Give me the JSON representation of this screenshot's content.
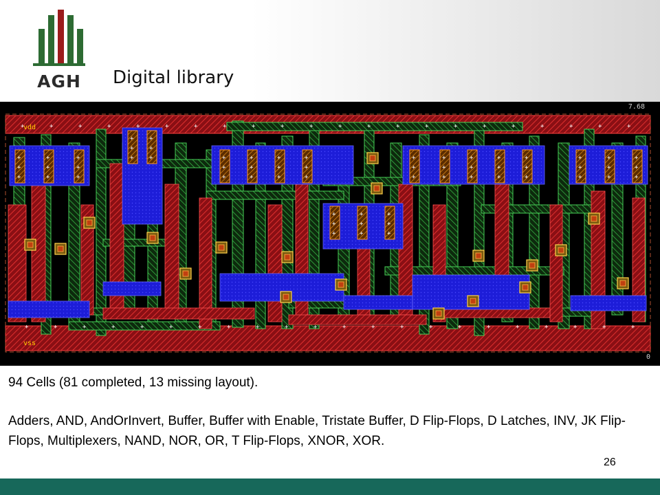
{
  "header": {
    "logo_text": "AGH",
    "title": "Digital library"
  },
  "layout": {
    "scale_label": "7.68",
    "origin_label": "0",
    "vdd_label": "vdd",
    "vss_label": "vss",
    "colors": {
      "background": "#000000",
      "metal_red": "#c4161c",
      "diffusion_blue": "#2020e6",
      "poly_green": "#27b34a",
      "contact_yellow": "#e8c020",
      "cell_outline": "#d06020"
    }
  },
  "content": {
    "cells_summary": "94 Cells (81 completed, 13 missing layout).",
    "cell_types": "Adders, AND, AndOrInvert, Buffer, Buffer with Enable, Tristate Buffer, D Flip-Flops, D Latches, INV, JK Flip-Flops, Multiplexers, NAND, NOR, OR, T Flip-Flops, XNOR, XOR."
  },
  "footer": {
    "slide_number": "26",
    "bar_color": "#17685a"
  }
}
